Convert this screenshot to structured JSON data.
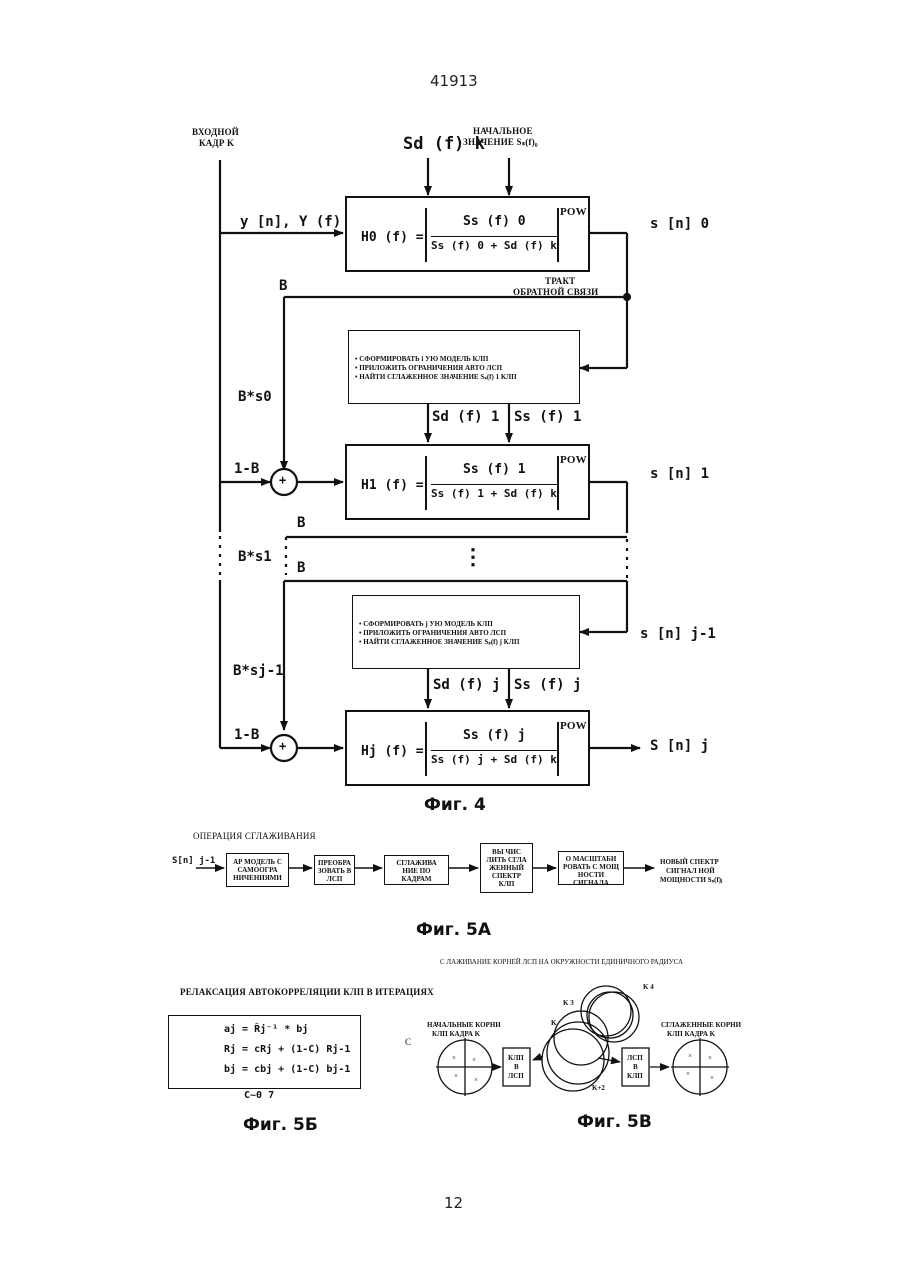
{
  "page": {
    "header_number": "41913",
    "footer_number": "12"
  },
  "fig4": {
    "caption": "Фиг. 4",
    "input_frame_label": [
      "ВХОДНОЙ",
      "КАДР K"
    ],
    "sd_k_label": "Sd (f) k",
    "initial_value_label": [
      "НАЧАЛЬНОЕ",
      "ЗНАЧЕНИЕ Sₛ(f)₀"
    ],
    "y_label": "y [n],  Y (f)",
    "s_out_0": "s [n] 0",
    "s_out_1": "s [n] 1",
    "s_in_j1": "s [n] j-1",
    "s_out_j": "S [n] j",
    "feedback_label": [
      "ТРАКТ",
      "ОБРАТНОЙ СВЯЗИ"
    ],
    "b_label": "B",
    "b_s0": "B*s0",
    "b_s1": "B*s1",
    "b_sj1": "B*sj-1",
    "one_minus_b": "1-B",
    "plus": "+",
    "filters": [
      {
        "lhs": "H0 (f)  =",
        "num": "Ss (f) 0",
        "den": "Ss (f) 0  +  Sd (f) k",
        "pow": "POW"
      },
      {
        "lhs": "H1 (f)  =",
        "num": "Ss (f) 1",
        "den": "Ss (f) 1  +  Sd (f) k",
        "pow": "POW"
      },
      {
        "lhs": "Hj (f)  =",
        "num": "Ss (f) j",
        "den": "Ss (f) j  +  Sd (f) k",
        "pow": "POW"
      }
    ],
    "lpc_blocks": [
      {
        "lines": [
          "• СФОРМИРОВАТЬ i УЮ МОДЕЛЬ КЛП",
          "• ПРИЛОЖИТЬ ОГРАНИЧЕНИЯ АВТО ЛСП",
          "• НАЙТИ СГЛАЖЕННОЕ ЗНАЧЕНИЕ Sₛ(f) 1 КЛП"
        ],
        "sd": "Sd (f) 1",
        "ss": "Ss (f) 1"
      },
      {
        "lines": [
          "• СФОРМИРОВАТЬ j УЮ МОДЕЛЬ КЛП",
          "• ПРИЛОЖИТЬ ОГРАНИЧЕНИЯ АВТО ЛСП",
          "• НАЙТИ СГЛАЖЕННОЕ ЗНАЧЕНИЕ Sₛ(f) j КЛП"
        ],
        "sd": "Sd (f) j",
        "ss": "Ss (f) j"
      }
    ],
    "dots": "⋮"
  },
  "fig5a": {
    "caption": "Фиг. 5А",
    "title": "ОПЕРАЦИЯ СГЛАЖИВАНИЯ",
    "input": "S[n] j-1",
    "steps": [
      "АР МОДЕЛЬ С САМООГРА НИЧЕНИЯМИ",
      "ПРЕОБРА ЗОВАТЬ В ЛСП",
      "СГЛАЖИВА НИЕ ПО КАДРАМ",
      "ВЫ ЧИС ЛИТЬ СГЛА ЖЕННЫЙ СПЕКТР КЛП",
      "О МАСШТАБИ РОВАТЬ С МОЩ НОСТИ СИГНАЛА"
    ],
    "output": [
      "НОВЫЙ СПЕКТР",
      "СИГНАЛ НОЙ",
      "МОЩНОСТИ Sₛ(f)ⱼ"
    ]
  },
  "fig5b": {
    "caption": "Фиг. 5Б",
    "title": "РЕЛАКСАЦИЯ АВТОКОРРЕЛЯЦИИ КЛП В ИТЕРАЦИЯХ",
    "equations": [
      "aj = Ȓj⁻¹ * bj",
      "Rj = cRj + (1-C) Rj-1",
      "bj = cbj + (1-C) bj-1"
    ],
    "constant": "C~0 7"
  },
  "fig5v": {
    "caption": "Фиг. 5В",
    "title": "С ЛАЖИВАНИЕ КОРНЕЙ ЛСП НА ОКРУЖНОСТИ ЕДИНИЧНОГО РАДИУСА",
    "left_label": [
      "НАЧАЛЬНЫЕ КОРНИ",
      "КЛП КАДРА K"
    ],
    "right_label": [
      "СГЛАЖЕННЫЕ КОРНИ",
      "КЛП КАДРА K"
    ],
    "c_label": "С",
    "box1": [
      "КЛП",
      "В",
      "ЛСП"
    ],
    "box2": [
      "ЛСП",
      "В",
      "КЛП"
    ],
    "k_labels": [
      "K 4",
      "K 3",
      "K",
      "K+2"
    ]
  }
}
